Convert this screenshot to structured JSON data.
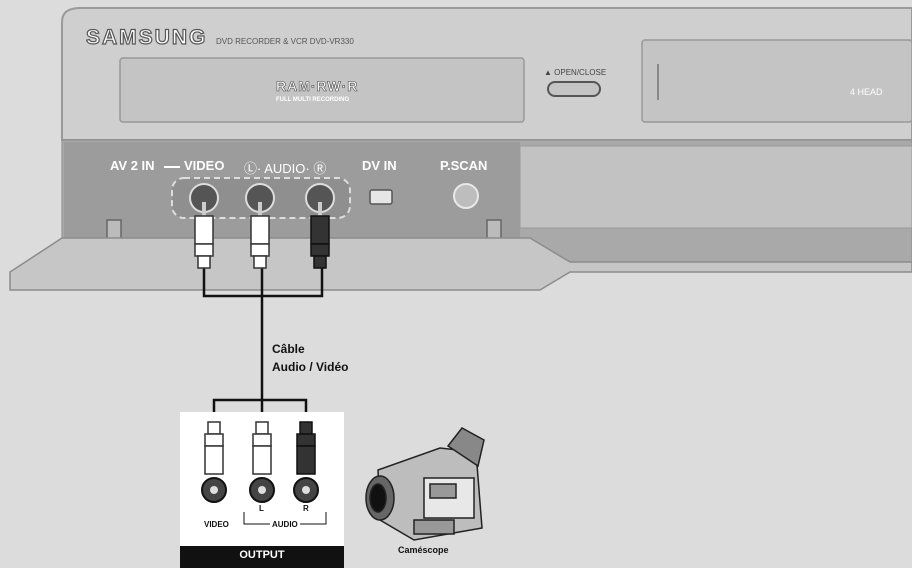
{
  "recorder": {
    "brand": "SAMSUNG",
    "model_text": "DVD RECORDER & VCR  DVD-VR330",
    "disc_logo": "RAM·RW·R",
    "disc_logo_sub": "FULL MULTI RECORDING",
    "open_close": "▲ OPEN/CLOSE",
    "vcr_text": "4 HEAD"
  },
  "front_panel": {
    "av_in": "AV 2 IN",
    "video": "VIDEO",
    "audio": "Ⓛ· AUDIO· Ⓡ",
    "dv_in": "DV IN",
    "pscan": "P.SCAN"
  },
  "cable": {
    "line1": "Câble",
    "line2": "Audio / Vidéo"
  },
  "camcorder_panel": {
    "video": "VIDEO",
    "left": "L",
    "right": "R",
    "audio": "AUDIO",
    "output": "OUTPUT",
    "device": "Caméscope"
  },
  "colors": {
    "background": "#dcdcdc",
    "body": "#c8c8c8",
    "plug_white": "#ffffff",
    "plug_black": "#333333"
  }
}
